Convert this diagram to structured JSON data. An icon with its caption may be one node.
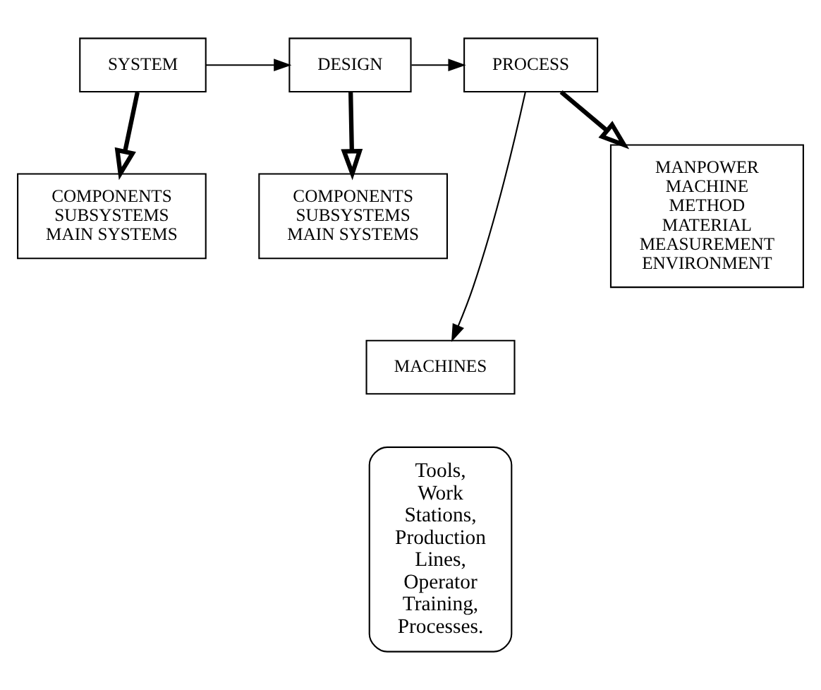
{
  "diagram": {
    "nodes": [
      {
        "text": [
          "SYSTEM"
        ]
      },
      {
        "text": [
          "DESIGN"
        ]
      },
      {
        "text": [
          "PROCESS"
        ]
      },
      {
        "text": [
          "COMPONENTS",
          "SUBSYSTEMS",
          "MAIN SYSTEMS"
        ]
      },
      {
        "text": [
          "COMPONENTS",
          "SUBSYSTEMS",
          "MAIN SYSTEMS"
        ]
      },
      {
        "text": [
          "MACHINES"
        ]
      },
      {
        "text": [
          "MANPOWER",
          "MACHINE",
          "METHOD",
          "MATERIAL",
          "MEASUREMENT",
          "ENVIRONMENT"
        ]
      },
      {
        "text": [
          "Tools, Work Stations, Production Lines, Operator Training, Processes."
        ]
      }
    ],
    "edges": [
      {
        "from": 0,
        "to": 1,
        "arrow": "to"
      },
      {
        "from": 1,
        "to": 2,
        "arrow": "to"
      },
      {
        "from": 0,
        "to": 3,
        "arrow": "to",
        "style": "thick"
      },
      {
        "from": 1,
        "to": 4,
        "arrow": "to",
        "style": "thick"
      },
      {
        "from": 2,
        "to": 6,
        "arrow": "to",
        "style": "thick"
      },
      {
        "from": 2,
        "to": 5,
        "arrow": "to"
      }
    ]
  }
}
